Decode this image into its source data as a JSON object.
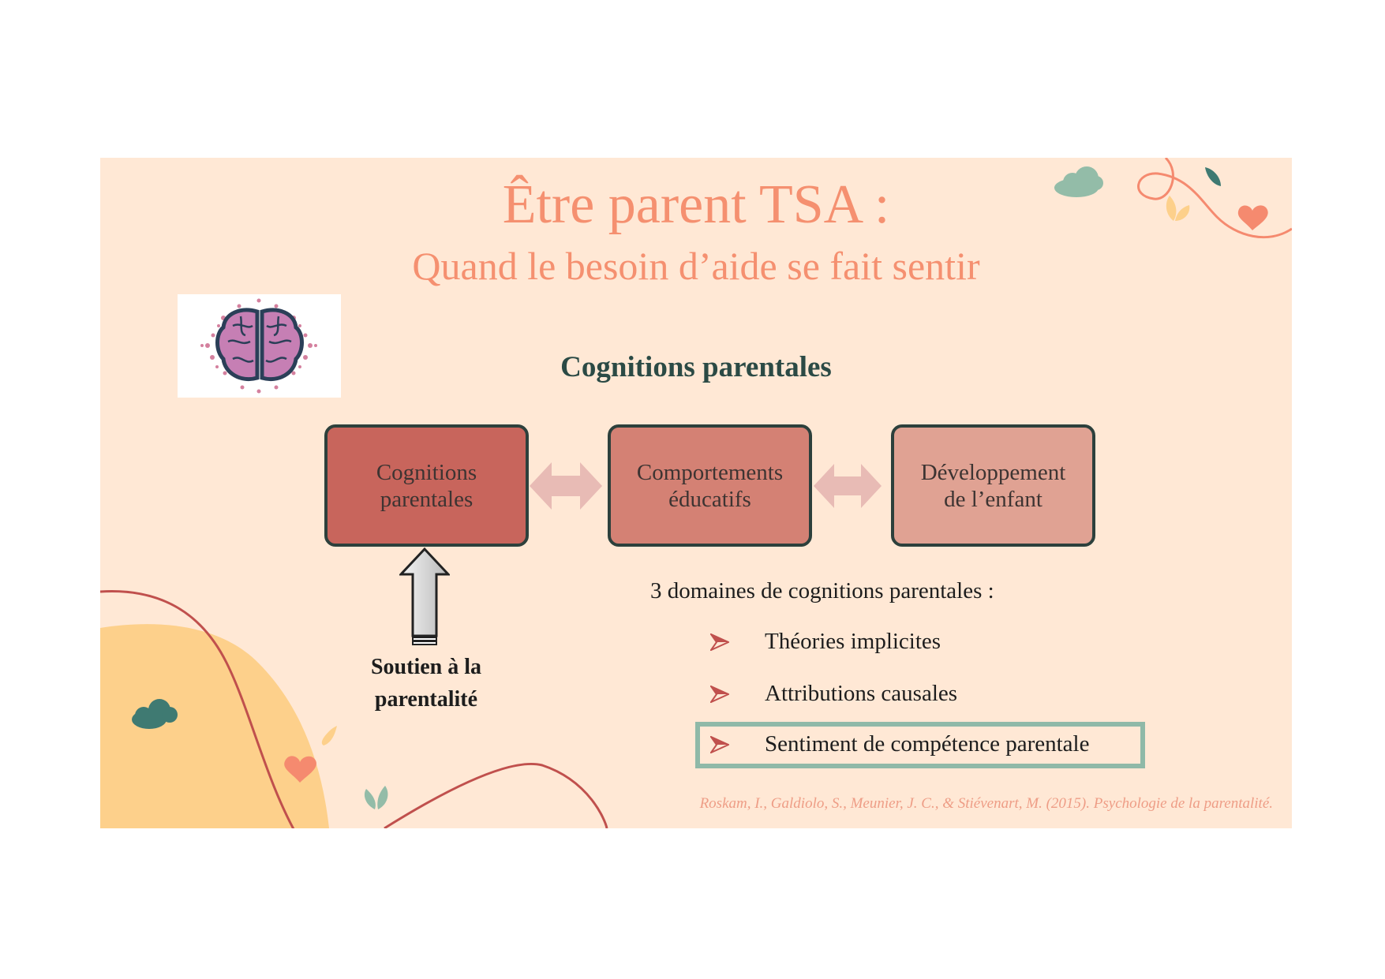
{
  "title": {
    "main": "Être parent TSA :",
    "sub": "Quand le besoin d’aide se fait sentir"
  },
  "section_heading": "Cognitions parentales",
  "diagram": {
    "boxes": [
      {
        "line1": "Cognitions",
        "line2": "parentales",
        "fill": "#c8655c"
      },
      {
        "line1": "Comportements",
        "line2": "éducatifs",
        "fill": "#d48174"
      },
      {
        "line1": "Développement",
        "line2": "de l’enfant",
        "fill": "#e0a293"
      }
    ],
    "support_label": {
      "line1": "Soutien à la",
      "line2": "parentalité"
    }
  },
  "domains": {
    "intro": "3 domaines de cognitions parentales :",
    "items": [
      "Théories implicites",
      "Attributions causales",
      "Sentiment de compétence parentale"
    ]
  },
  "citation": "Roskam, I., Galdiolo, S., Meunier, J. C., & Stiévenart, M. (2015). Psychologie de la parentalité.",
  "colors": {
    "slide_background": "#ffe8d5",
    "title": "#f59070",
    "heading": "#2b4a45",
    "box_border": "#2d403c",
    "bidirectional_arrow": "#e8bbb5",
    "highlight_frame": "#8fb9a8",
    "bullet": "#c0504d"
  },
  "icons": [
    "brain-icon",
    "cloud-icon",
    "heart-icon",
    "leaf-icon",
    "bullet-arrow-icon",
    "double-arrow-icon",
    "up-arrow-icon"
  ]
}
